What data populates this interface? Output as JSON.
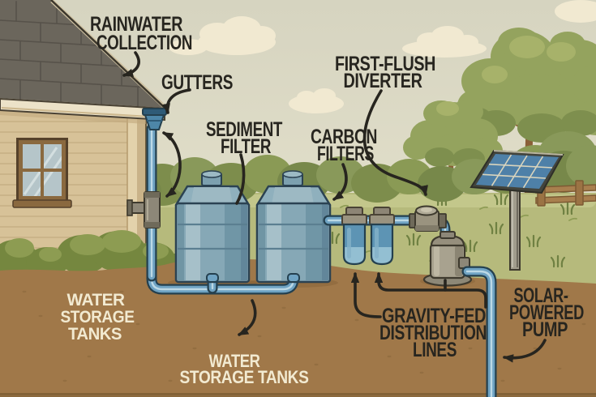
{
  "scene": {
    "type": "illustrated-diagram",
    "subject": "residential rainwater harvesting system",
    "components": [
      "house-roof",
      "gutter",
      "downspout",
      "sediment-filter-fitting",
      "water-storage-tank",
      "water-storage-tank",
      "underground-manifold-pipe",
      "carbon-filter-cartridge",
      "carbon-filter-cartridge",
      "first-flush-diverter-valve",
      "solar-panel",
      "solar-powered-pump",
      "gravity-fed-distribution-pipe",
      "fence",
      "trees",
      "bushes"
    ]
  },
  "labels": {
    "rainwater_collection": {
      "lines": [
        "RAINWATER",
        "COLLECTION"
      ]
    },
    "gutters": {
      "lines": [
        "GUTTERS"
      ]
    },
    "sediment_filter": {
      "lines": [
        "SEDIMENT",
        "FILTER"
      ]
    },
    "carbon_filters": {
      "lines": [
        "CARBON",
        "FILTERS"
      ]
    },
    "first_flush_diverter": {
      "lines": [
        "FIRST-FLUSH",
        "DIVERTER"
      ]
    },
    "water_storage_tanks_left": {
      "lines": [
        "WATER",
        "STORAGE",
        "TANKS"
      ]
    },
    "water_storage_tanks_bottom": {
      "lines": [
        "WATER",
        "STORAGE TANKS"
      ]
    },
    "gravity_fed_distribution_lines": {
      "lines": [
        "GRAVITY-FED",
        "DISTRIBUTION",
        "LINES"
      ]
    },
    "solar_powered_pump": {
      "lines": [
        "SOLAR-",
        "POWERED",
        "PUMP"
      ]
    }
  },
  "colors": {
    "sky": "#d9d7c3",
    "cloud": "#f1e9d1",
    "grass_field": "#b6ba7c",
    "grass_light_band": "#c6c98e",
    "bush_dark": "#77884a",
    "bush_mid": "#8a9a55",
    "tree_foliage": "#94a35e",
    "tree_trunk": "#8a5f36",
    "dirt": "#a07849",
    "dirt_bottom_band": "#8b693d",
    "roof": "#6b665c",
    "house_wall": "#d7c298",
    "fascia_gutter": "#ece2c8",
    "window_frame": "#8a693f",
    "window_glass": "#b5c5c9",
    "tank_body": "#86a8b6",
    "tank_highlight": "#a6c0c9",
    "tank_outline": "#2b4252",
    "pipe_fill": "#6fa3c3",
    "pipe_highlight": "#bcd9e6",
    "pipe_outline": "#24404f",
    "metal_fitting": "#8d8778",
    "pump_body": "#a8a28f",
    "solar_cell": "#4e80a8",
    "solar_frame": "#43443c",
    "fence_wood": "#a87f4e",
    "label_dark": "#27251f",
    "label_cream": "#f2ead1"
  }
}
